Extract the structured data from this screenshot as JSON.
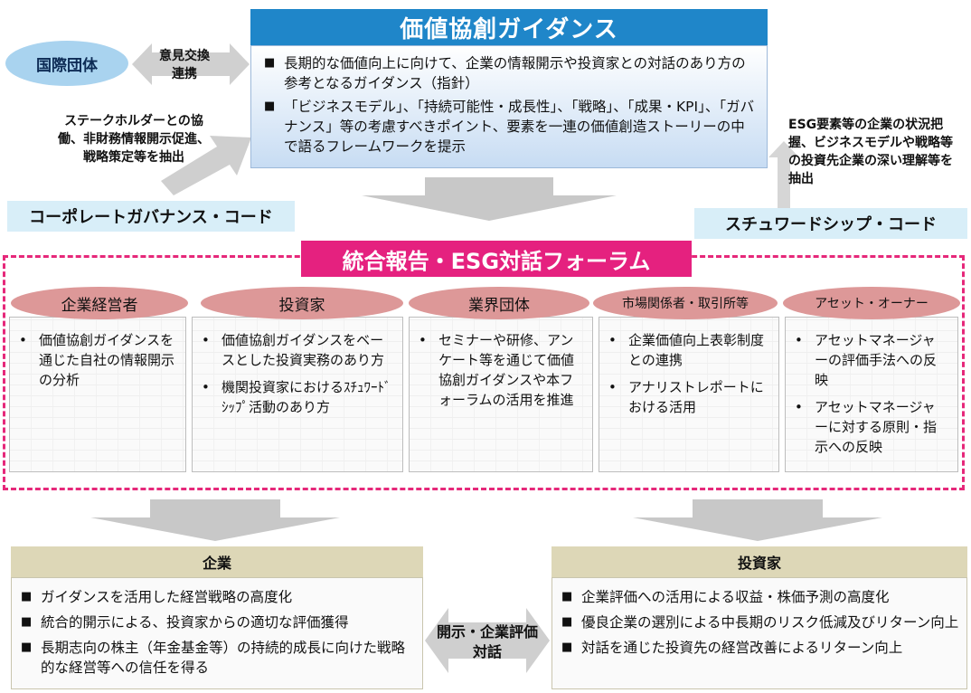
{
  "guidance": {
    "title": "価値協創ガイダンス",
    "bullet_marker": "■",
    "bullets": [
      "長期的な価値向上に向けて、企業の情報開示や投資家との対話のあり方の参考となるガイダンス（指針）",
      "「ビジネスモデル」、「持続可能性・成長性」、「戦略」、「成果・KPI」、「ガバナンス」等の考慮すべきポイント、要素を一連の価値創造ストーリーの中で語るフレームワークを提示"
    ]
  },
  "international": {
    "label": "国際団体",
    "exchange_text": "意見交換\n連携"
  },
  "cg_code": {
    "label": "コーポレートガバナンス・コード",
    "text": "ステークホルダーとの協働、非財務情報開示促進、戦略策定等を抽出"
  },
  "sw_code": {
    "label": "スチュワードシップ・コード",
    "text": "ESG要素等の企業の状況把握、ビジネスモデルや戦略等の投資先企業の深い理解等を抽出"
  },
  "forum": {
    "title": "統合報告・ESG対話フォーラム",
    "bullet_marker": "•",
    "columns": [
      {
        "head": "企業経営者",
        "items": [
          "価値協創ガイダンスを通じた自社の情報開示の分析"
        ]
      },
      {
        "head": "投資家",
        "items": [
          "価値協創ガイダンスをベースとした投資実務のあり方",
          "機関投資家におけるｽﾁｭﾜｰﾄﾞｼｯﾌﾟ活動のあり方"
        ]
      },
      {
        "head": "業界団体",
        "items": [
          "セミナーや研修、アンケート等を通じて価値協創ガイダンスや本フォーラムの活用を推進"
        ]
      },
      {
        "head": "市場関係者・取引所等",
        "items": [
          "企業価値向上表彰制度との連携",
          "アナリストレポートにおける活用"
        ]
      },
      {
        "head": "アセット・オーナー",
        "items": [
          "アセットマネージャーの評価手法への反映",
          "アセットマネージャーに対する原則・指示への反映"
        ]
      }
    ]
  },
  "bottom": {
    "bullet_marker": "■",
    "company": {
      "head": "企業",
      "items": [
        "ガイダンスを活用した経営戦略の高度化",
        "統合的開示による、投資家からの適切な評価獲得",
        "長期志向の株主（年金基金等）の持続的成長に向けた戦略的な経営等への信任を得る"
      ]
    },
    "investor": {
      "head": "投資家",
      "items": [
        "企業評価への活用による収益・株価予測の高度化",
        "優良企業の選別による中長期のリスク低減及びリターン向上",
        "対話を通じた投資先の経営改善によるリターン向上"
      ]
    },
    "dialog_text": "開示・企業評価\n対話"
  },
  "colors": {
    "guidance_header": "#1f86c9",
    "forum_accent": "#e5217f",
    "column_head": "#dd9898",
    "code_label_bg": "#d8eef8",
    "bottom_head_bg": "#ddd7b7",
    "arrow_gray": "#c8c8c8"
  }
}
